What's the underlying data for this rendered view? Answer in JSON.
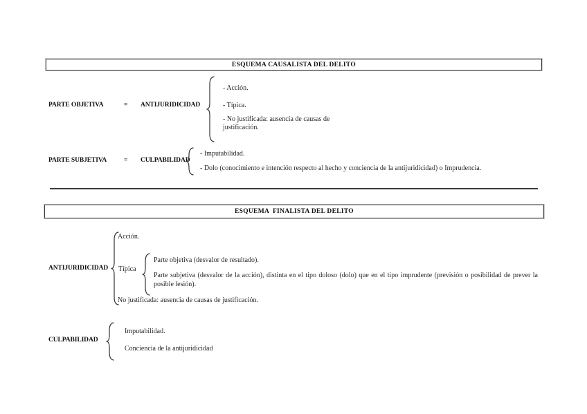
{
  "page": {
    "background": "#ffffff",
    "ink": "#262626",
    "border_color": "#3c3c3c"
  },
  "causalista": {
    "title": "ESQUEMA CAUSALISTA DEL DELITO",
    "objetiva": {
      "label": "PARTE OBJETIVA",
      "equals": "=",
      "concept": "ANTIJURIDICIDAD",
      "items": [
        "- Acción.",
        "- Típica.",
        "- No justificada: ausencia de causas de justificación."
      ]
    },
    "subjetiva": {
      "label": "PARTE SUBJETIVA",
      "equals": "=",
      "concept": "CULPABILIDAD",
      "items": [
        "- Imputabilidad.",
        "- Dolo (conocimiento e intención respecto al hecho y conciencia de la antijuridicidad) o Imprudencia."
      ]
    }
  },
  "finalista": {
    "title": "ESQUEMA  FINALISTA DEL DELITO",
    "antijuridicidad": {
      "label": "ANTIJURIDICIDAD",
      "accion": "Acción.",
      "tipica_label": "Típica",
      "tipica_items": [
        "Parte objetiva (desvalor de resultado).",
        "Parte subjetiva (desvalor de la acción), distinta en el tipo doloso (dolo) que en el tipo imprudente (previsión o posibilidad de prever la posible lesión)."
      ],
      "no_justificada": "No justificada: ausencia de causas de justificación."
    },
    "culpabilidad": {
      "label": "CULPABILIDAD",
      "items": [
        "Imputabilidad.",
        "Conciencia de la antijuridicidad"
      ]
    }
  }
}
